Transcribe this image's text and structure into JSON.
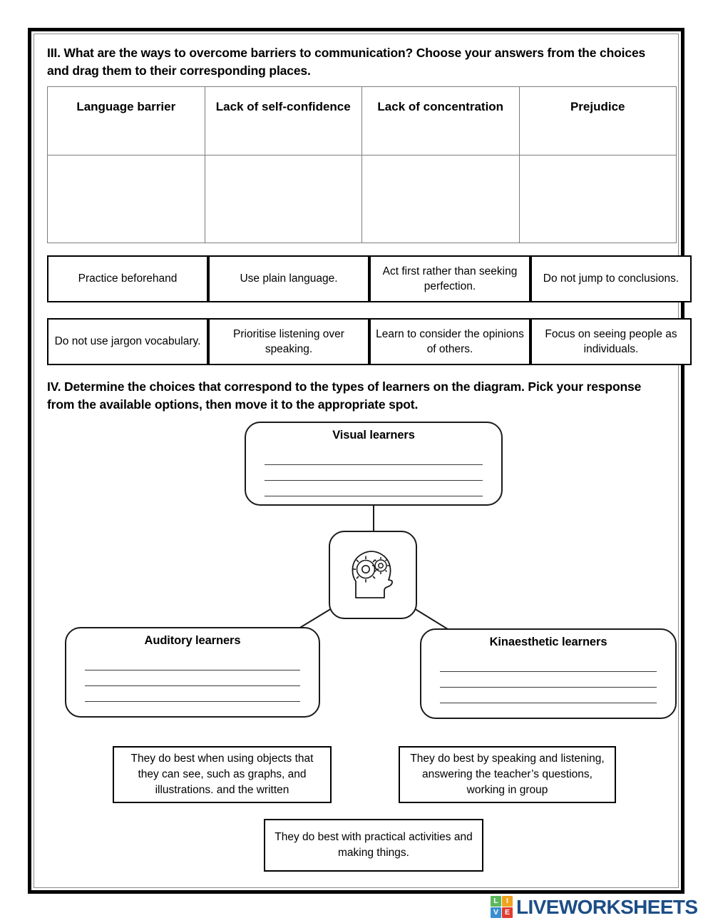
{
  "section_iii": {
    "heading": "III. What are the ways to overcome barriers to communication? Choose your answers from the choices and drag them to their corresponding places.",
    "table": {
      "columns": [
        "Language barrier",
        "Lack of self-confidence",
        "Lack of concentration",
        "Prejudice"
      ],
      "answer_row": [
        "",
        "",
        "",
        ""
      ]
    },
    "choices": [
      "Practice beforehand",
      "Use plain language.",
      "Act first rather than seeking perfection.",
      "Do not jump to conclusions.",
      "Do not use jargon vocabulary.",
      "Prioritise listening over speaking.",
      "Learn to consider the opinions of others.",
      "Focus on seeing people as individuals."
    ]
  },
  "section_iv": {
    "heading": "IV. Determine the choices that correspond to the types of learners on the diagram. Pick your response from the available options, then move it to the appropriate spot.",
    "diagram": {
      "center_icon": "head-with-gears-icon",
      "nodes": [
        {
          "id": "visual",
          "title": "Visual learners",
          "blank_lines": 3
        },
        {
          "id": "auditory",
          "title": "Auditory learners",
          "blank_lines": 3
        },
        {
          "id": "kinaesthetic",
          "title": "Kinaesthetic learners",
          "blank_lines": 3
        }
      ]
    },
    "choices": [
      "They do best when using objects that they can see, such as graphs, and illustrations. and the written",
      "They do best by speaking and listening, answering the teacher’s questions, working in group",
      "They do best with practical activities and making things."
    ]
  },
  "footer": {
    "logo_tiles": [
      {
        "letter": "L",
        "color": "#5cb85c"
      },
      {
        "letter": "I",
        "color": "#f0a31e"
      },
      {
        "letter": "V",
        "color": "#3a8ed0"
      },
      {
        "letter": "E",
        "color": "#e03c31"
      }
    ],
    "wordmark": "LIVEWORKSHEETS",
    "wordmark_color": "#1c4e87"
  }
}
